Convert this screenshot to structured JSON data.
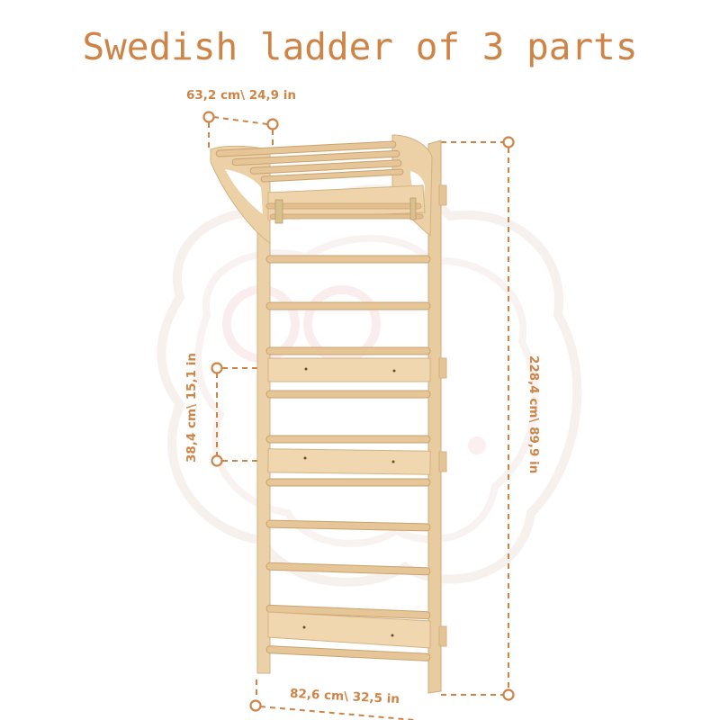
{
  "title": "Swedish ladder of 3 parts",
  "colors": {
    "accent": "#cf8447",
    "wood_light": "#f0d9b5",
    "wood_mid": "#e3c294",
    "wood_dark": "#c9a273",
    "watermark": "#f6eeea"
  },
  "dimensions": {
    "top_width": "63,2 cm\\ 24,9 in",
    "rung_spacing": "38,4 cm\\ 15,1 in",
    "height": "228,4 cm\\ 89,9 in",
    "bottom_width": "82,6 cm\\ 32,5 in"
  },
  "product": {
    "name": "Swedish ladder",
    "parts": 3,
    "rung_count": 11,
    "board_count": 3
  }
}
